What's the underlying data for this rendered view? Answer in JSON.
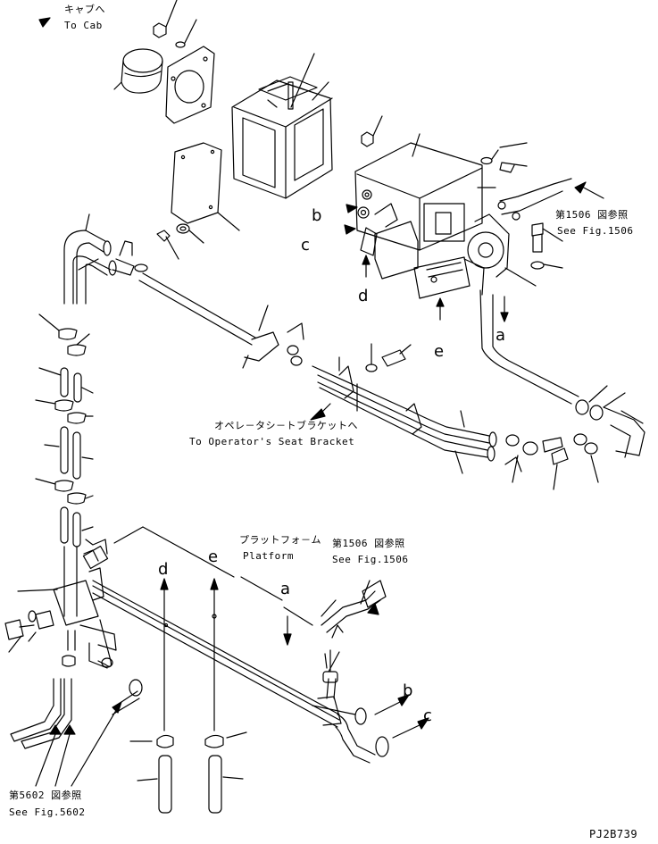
{
  "callouts": {
    "to_cab": {
      "jp": "キャブへ",
      "en": "To Cab"
    },
    "fig1506_top": {
      "jp": "第1506 図参照",
      "en": "See Fig.1506"
    },
    "seat_bracket": {
      "jp": "オペレ－タシ－トブラケットへ",
      "en": "To Operator's Seat Bracket"
    },
    "platform": {
      "jp": "プラットフォ－ム",
      "en": "Platform"
    },
    "fig1506_mid": {
      "jp": "第1506 図参照",
      "en": "See Fig.1506"
    },
    "fig5602": {
      "jp": "第5602 図参照",
      "en": "See Fig.5602"
    }
  },
  "markers": {
    "a_top": "a",
    "b_top": "b",
    "c_top": "c",
    "d_top": "d",
    "e_top": "e",
    "a_bottom": "a",
    "b_bottom": "b",
    "c_bottom": "c",
    "d_bottom": "d",
    "e_bottom": "e"
  },
  "figure_code": "PJ2B739"
}
